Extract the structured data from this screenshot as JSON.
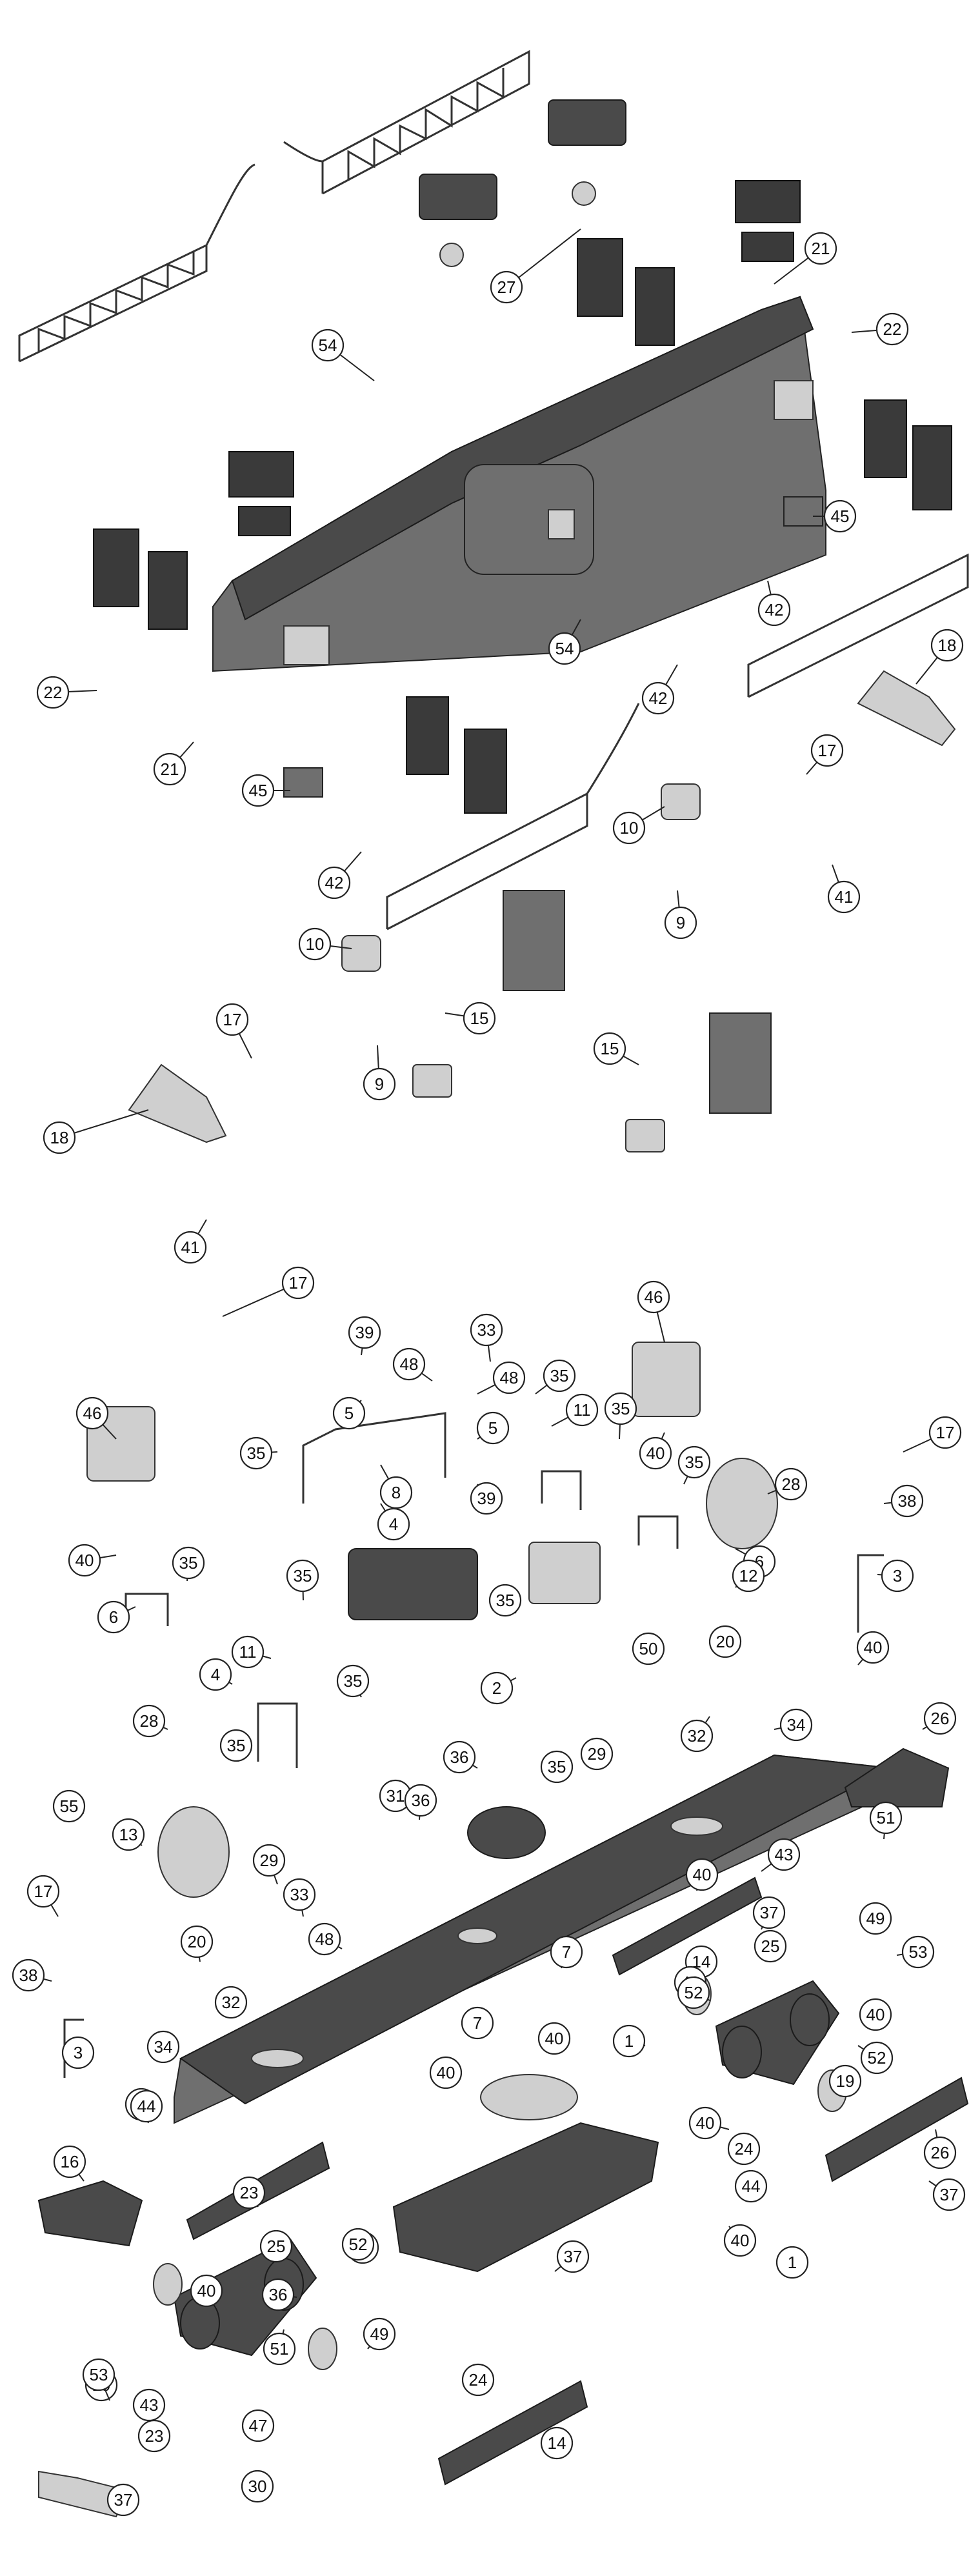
{
  "callouts": [
    {
      "label": "27"
    },
    {
      "label": "21"
    },
    {
      "label": "22"
    },
    {
      "label": "54"
    },
    {
      "label": "45"
    },
    {
      "label": "42"
    },
    {
      "label": "54"
    },
    {
      "label": "22"
    },
    {
      "label": "42"
    },
    {
      "label": "18"
    },
    {
      "label": "21"
    },
    {
      "label": "17"
    },
    {
      "label": "45"
    },
    {
      "label": "42"
    },
    {
      "label": "10"
    },
    {
      "label": "41"
    },
    {
      "label": "9"
    },
    {
      "label": "10"
    },
    {
      "label": "15"
    },
    {
      "label": "17"
    },
    {
      "label": "9"
    },
    {
      "label": "15"
    },
    {
      "label": "18"
    },
    {
      "label": "41"
    },
    {
      "label": "17"
    },
    {
      "label": "39"
    },
    {
      "label": "33"
    },
    {
      "label": "48"
    },
    {
      "label": "48"
    },
    {
      "label": "35"
    },
    {
      "label": "46"
    },
    {
      "label": "5"
    },
    {
      "label": "11"
    },
    {
      "label": "35"
    },
    {
      "label": "46"
    },
    {
      "label": "5"
    },
    {
      "label": "40"
    },
    {
      "label": "17"
    },
    {
      "label": "35"
    },
    {
      "label": "8"
    },
    {
      "label": "39"
    },
    {
      "label": "35"
    },
    {
      "label": "4"
    },
    {
      "label": "28"
    },
    {
      "label": "38"
    },
    {
      "label": "40"
    },
    {
      "label": "35"
    },
    {
      "label": "6"
    },
    {
      "label": "12"
    },
    {
      "label": "3"
    },
    {
      "label": "35"
    },
    {
      "label": "6"
    },
    {
      "label": "35"
    },
    {
      "label": "20"
    },
    {
      "label": "40"
    },
    {
      "label": "11"
    },
    {
      "label": "4"
    },
    {
      "label": "35"
    },
    {
      "label": "2"
    },
    {
      "label": "50"
    },
    {
      "label": "32"
    },
    {
      "label": "34"
    },
    {
      "label": "26"
    },
    {
      "label": "28"
    },
    {
      "label": "35"
    },
    {
      "label": "36"
    },
    {
      "label": "35"
    },
    {
      "label": "29"
    },
    {
      "label": "55"
    },
    {
      "label": "31"
    },
    {
      "label": "36"
    },
    {
      "label": "51"
    },
    {
      "label": "13"
    },
    {
      "label": "43"
    },
    {
      "label": "29"
    },
    {
      "label": "33"
    },
    {
      "label": "40"
    },
    {
      "label": "17"
    },
    {
      "label": "37"
    },
    {
      "label": "49"
    },
    {
      "label": "48"
    },
    {
      "label": "7"
    },
    {
      "label": "25"
    },
    {
      "label": "53"
    },
    {
      "label": "14"
    },
    {
      "label": "38"
    },
    {
      "label": "20"
    },
    {
      "label": "40"
    },
    {
      "label": "52"
    },
    {
      "label": "32"
    },
    {
      "label": "7"
    },
    {
      "label": "40"
    },
    {
      "label": "3"
    },
    {
      "label": "34"
    },
    {
      "label": "40"
    },
    {
      "label": "1"
    },
    {
      "label": "40"
    },
    {
      "label": "52"
    },
    {
      "label": "40"
    },
    {
      "label": "19"
    },
    {
      "label": "40"
    },
    {
      "label": "24"
    },
    {
      "label": "44"
    },
    {
      "label": "26"
    },
    {
      "label": "44"
    },
    {
      "label": "16"
    },
    {
      "label": "37"
    },
    {
      "label": "23"
    },
    {
      "label": "40"
    },
    {
      "label": "25"
    },
    {
      "label": "36"
    },
    {
      "label": "37"
    },
    {
      "label": "1"
    },
    {
      "label": "52"
    },
    {
      "label": "51"
    },
    {
      "label": "52"
    },
    {
      "label": "40"
    },
    {
      "label": "49"
    },
    {
      "label": "19"
    },
    {
      "label": "53"
    },
    {
      "label": "24"
    },
    {
      "label": "43"
    },
    {
      "label": "14"
    },
    {
      "label": "23"
    },
    {
      "label": "47"
    },
    {
      "label": "37"
    },
    {
      "label": "30"
    }
  ]
}
